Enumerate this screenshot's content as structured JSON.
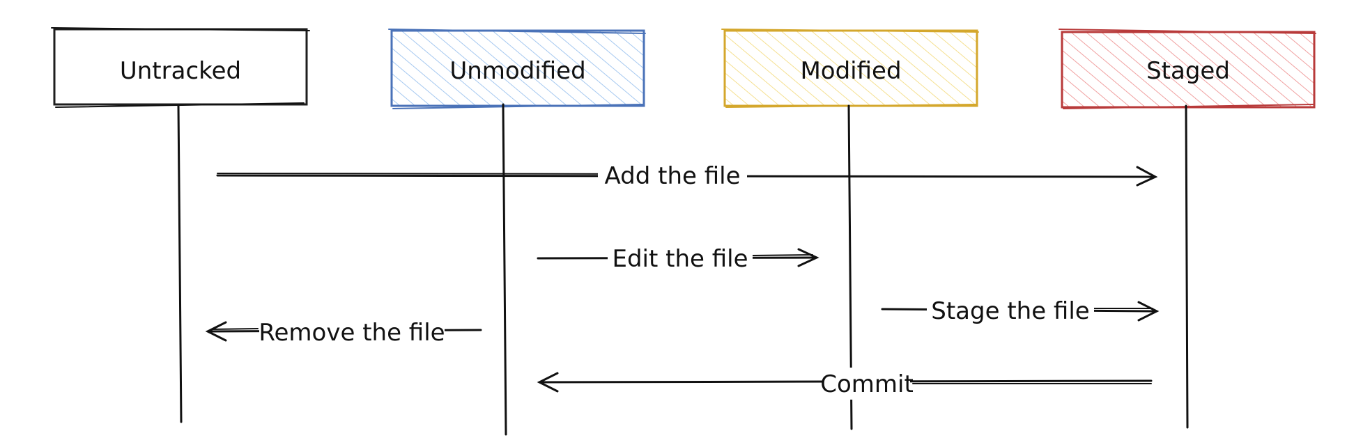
{
  "states": [
    {
      "id": "untracked",
      "label": "Untracked",
      "stroke": "#1e1e1e",
      "fill": "none"
    },
    {
      "id": "unmodified",
      "label": "Unmodified",
      "stroke": "#4a72b8",
      "fill": "#a5c8f0"
    },
    {
      "id": "modified",
      "label": "Modified",
      "stroke": "#d4a72c",
      "fill": "#f5e090"
    },
    {
      "id": "staged",
      "label": "Staged",
      "stroke": "#b83a3a",
      "fill": "#f0a0a0"
    }
  ],
  "transitions": [
    {
      "label": "Add the file",
      "from": "untracked",
      "to": "staged"
    },
    {
      "label": "Edit the file",
      "from": "unmodified",
      "to": "modified"
    },
    {
      "label": "Stage the file",
      "from": "modified",
      "to": "staged"
    },
    {
      "label": "Remove the file",
      "from": "unmodified",
      "to": "untracked"
    },
    {
      "label": "Commit",
      "from": "staged",
      "to": "unmodified"
    }
  ]
}
